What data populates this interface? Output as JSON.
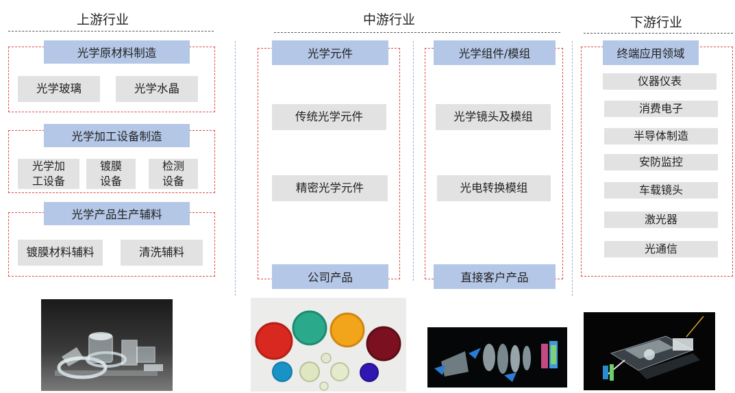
{
  "upstream": {
    "title": "上游行业",
    "groups": [
      {
        "header": "光学原材料制造",
        "items": [
          "光学玻璃",
          "光学水晶"
        ]
      },
      {
        "header": "光学加工设备制造",
        "items": [
          "光学加\n工设备",
          "镀膜\n设备",
          "检测\n设备"
        ]
      },
      {
        "header": "光学产品生产辅料",
        "items": [
          "镀膜材料辅料",
          "清洗辅料"
        ]
      }
    ]
  },
  "midstream": {
    "title": "中游行业",
    "left": {
      "header": "光学元件",
      "items": [
        "传统光学元件",
        "精密光学元件"
      ],
      "footer": "公司产品"
    },
    "right": {
      "header": "光学组件/模组",
      "items": [
        "光学镜头及模组",
        "光电转换模组"
      ],
      "footer": "直接客户产品"
    }
  },
  "downstream": {
    "title": "下游行业",
    "header": "终端应用领域",
    "items": [
      "仪器仪表",
      "消费电子",
      "半导体制造",
      "安防监控",
      "车载镜头",
      "激光器",
      "光通信"
    ]
  },
  "colors": {
    "header_fill": "#b4c7e7",
    "item_fill": "#e2e2e2",
    "box_border": "#e04747",
    "separator": "#8fb3da"
  }
}
